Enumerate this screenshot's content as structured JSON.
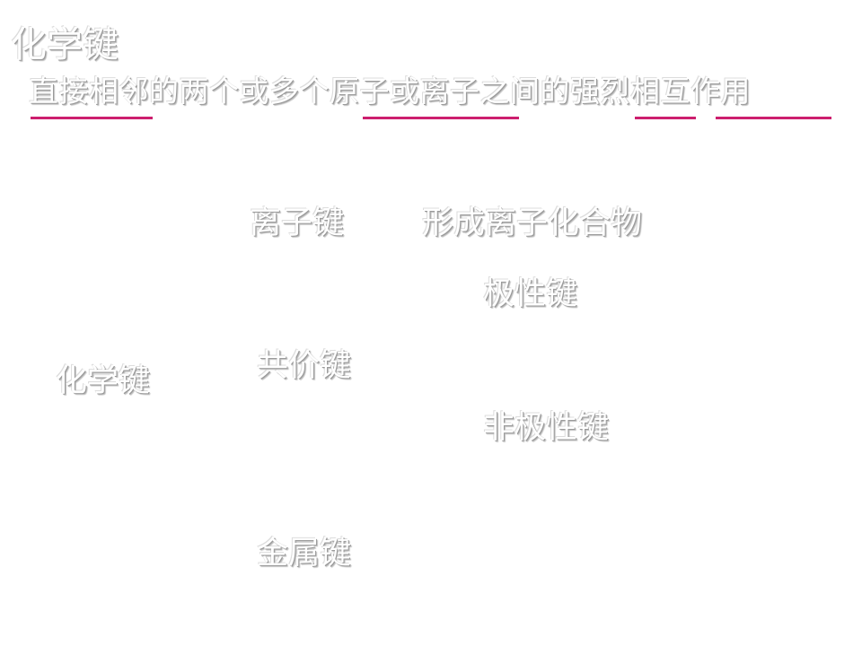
{
  "slide": {
    "title": "化学键",
    "definition": "直接相邻的两个或多个原子或离子之间的强烈相互作用",
    "accent_color": "#cc1f6e"
  },
  "tree": {
    "root": "化学键",
    "ionic_bond": "离子键",
    "ionic_bond_note": "形成离子化合物",
    "covalent_bond": "共价键",
    "polar_bond": "极性键",
    "nonpolar_bond": "非极性键",
    "metallic_bond": "金属键"
  }
}
